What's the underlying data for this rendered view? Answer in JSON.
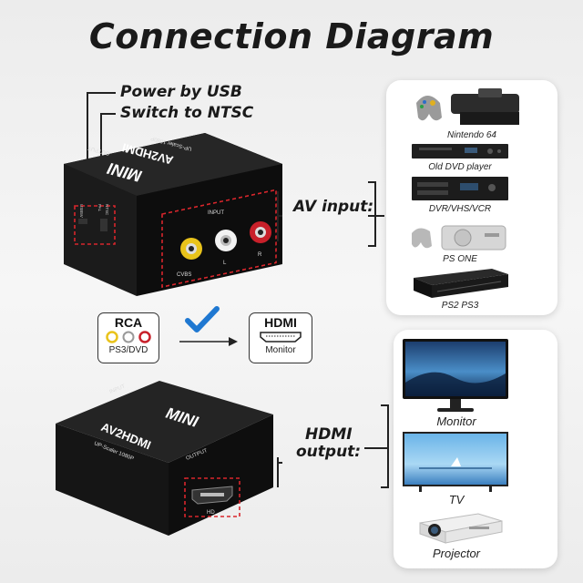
{
  "title": "Connection Diagram",
  "callouts": {
    "power": "Power by USB",
    "ntsc": "Switch to NTSC"
  },
  "av_input": {
    "label": "AV input:",
    "devices": [
      "Nintendo 64",
      "Old DVD player",
      "DVR/VHS/VCR",
      "PS ONE",
      "PS2 PS3"
    ]
  },
  "hdmi_output": {
    "label_line1": "HDMI",
    "label_line2": "output:",
    "devices": [
      "Monitor",
      "TV",
      "Projector"
    ]
  },
  "flow": {
    "rca_title": "RCA",
    "rca_sub": "PS3/DVD",
    "hdmi_title": "HDMI",
    "hdmi_sub": "Monitor"
  },
  "box_top": {
    "brand": "MINI",
    "model": "AV2HDMI",
    "sub": "UP-Scaler 1080P",
    "port_out": "OUTPUT",
    "port_in": "INPUT",
    "jack1": "CVBS",
    "jack2": "L",
    "jack3": "R",
    "side1": "USB5V",
    "side2": "PAL",
    "side3": "NTSC"
  },
  "box_bottom": {
    "brand": "MINI",
    "model": "AV2HDMI",
    "sub": "UP-Scaler 1080P",
    "port_in": "INPUT",
    "port_out": "OUTPUT",
    "port_hd": "HD"
  },
  "colors": {
    "accent_red": "#d8262c",
    "check_blue": "#1f78d1",
    "rca_yellow": "#e9c31b",
    "rca_white": "#f2f2f2",
    "rca_red": "#c8202a"
  }
}
